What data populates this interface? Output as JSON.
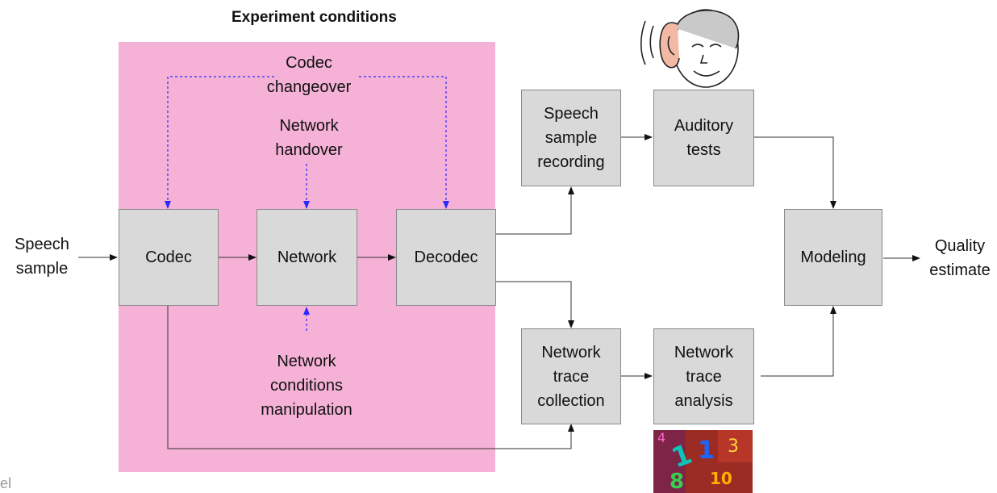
{
  "diagram": {
    "title": "Experiment conditions",
    "colors": {
      "region": "#f5b1d6",
      "box": "#d9d9d9",
      "dashed_arrow": "#2b2bff",
      "arrow": "#444444"
    },
    "inputs": {
      "speech_sample": "Speech\nsample"
    },
    "outputs": {
      "quality_estimate": "Quality\nestimate"
    },
    "condition_labels": {
      "codec_changeover": "Codec\nchangeover",
      "network_handover": "Network\nhandover",
      "network_conditions": "Network\nconditions\nmanipulation"
    },
    "boxes": {
      "codec": "Codec",
      "network": "Network",
      "decodec": "Decodec",
      "speech_recording": "Speech\nsample\nrecording",
      "auditory_tests": "Auditory\ntests",
      "trace_collection": "Network\ntrace\ncollection",
      "trace_analysis": "Network\ntrace\nanalysis",
      "modeling": "Modeling"
    },
    "edge_fragment": "el",
    "images": [
      "listener-ear-illustration",
      "colorful-numbers-image"
    ]
  }
}
